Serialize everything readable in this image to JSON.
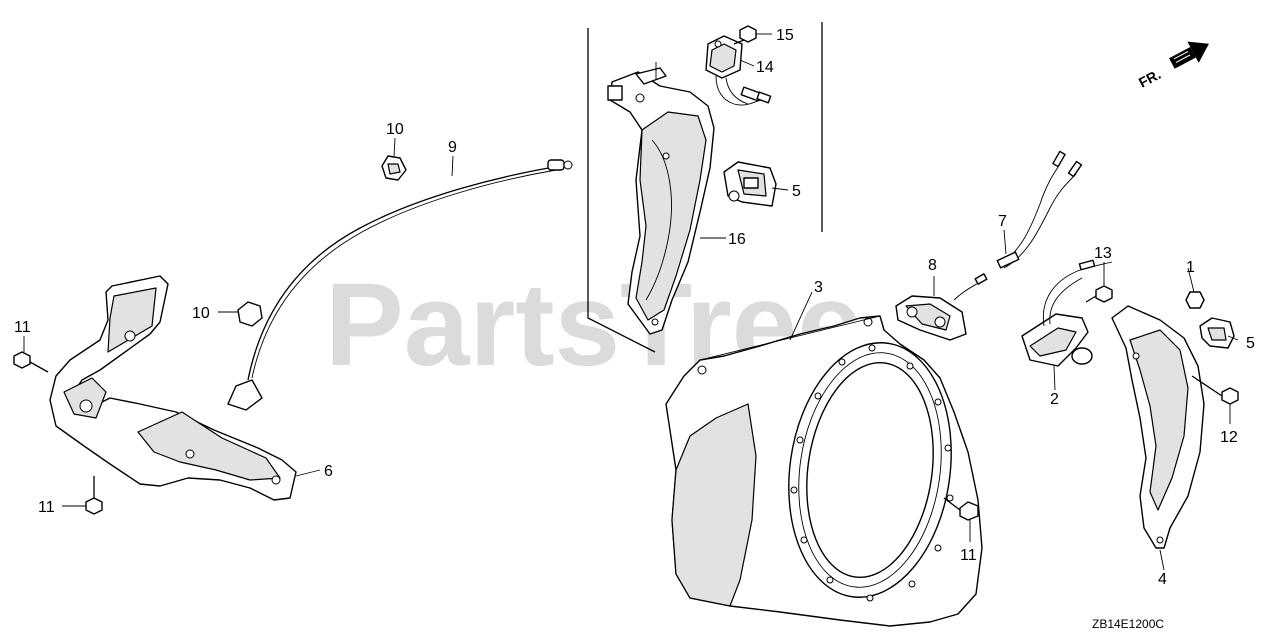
{
  "watermark": "PartsTree",
  "orientation_marker": {
    "text": "FR.",
    "icon": "front-arrow-icon"
  },
  "drawing_code": "ZB14E1200C",
  "callouts": {
    "c1": "1",
    "c2": "2",
    "c3": "3",
    "c4": "4",
    "c5a": "5",
    "c5b": "5",
    "c6": "6",
    "c7": "7",
    "c8": "8",
    "c9": "9",
    "c10a": "10",
    "c10b": "10",
    "c11a": "11",
    "c11b": "11",
    "c11c": "11",
    "c12": "12",
    "c13": "13",
    "c14": "14",
    "c15": "15",
    "c16": "16"
  }
}
